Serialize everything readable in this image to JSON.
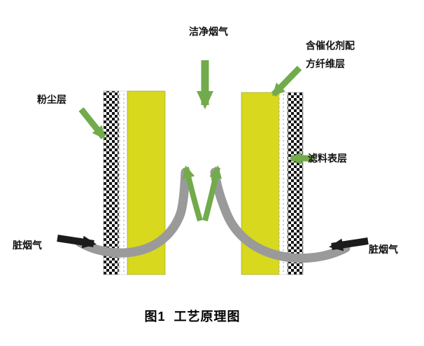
{
  "figure": {
    "caption": "图1  工艺原理图"
  },
  "labels": {
    "clean_gas": "洁净烟气",
    "catalyst_fiber_layer": "含催化剂配方纤维层",
    "dust_layer": "粉尘层",
    "filter_surface_layer": "滤料表层",
    "dirty_gas_left": "脏烟气",
    "dirty_gas_right": "脏烟气"
  },
  "colors": {
    "green": "#72ab4b",
    "yellow": "#d8d81f",
    "gray": "#9a9a9a",
    "black": "#1b1b1b"
  }
}
